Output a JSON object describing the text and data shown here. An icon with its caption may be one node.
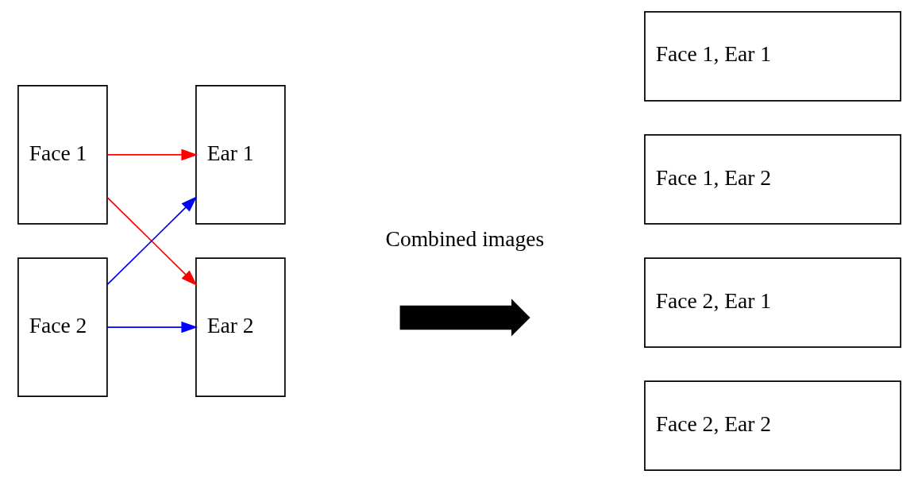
{
  "diagram": {
    "nodes": [
      {
        "text": [
          "Face 1"
        ]
      },
      {
        "text": [
          "Face 2"
        ]
      },
      {
        "text": [
          "Ear 1"
        ]
      },
      {
        "text": [
          "Ear 2"
        ]
      },
      {
        "text": [
          "Face 1, Ear 1"
        ]
      },
      {
        "text": [
          "Face 1, Ear 2"
        ]
      },
      {
        "text": [
          "Face 2, Ear 1"
        ]
      },
      {
        "text": [
          "Face 2, Ear 2"
        ]
      },
      {
        "text": [],
        "shape": "arrow"
      }
    ],
    "edges": [
      {
        "from": 0,
        "to": 2,
        "arrow": "to",
        "color": "#ff0000"
      },
      {
        "from": 0,
        "to": 3,
        "arrow": "to",
        "color": "#ff0000"
      },
      {
        "from": 1,
        "to": 2,
        "arrow": "to",
        "color": "#0000ff"
      },
      {
        "from": 1,
        "to": 3,
        "arrow": "to",
        "color": "#0000ff"
      }
    ],
    "labels": [
      "Combined images"
    ]
  }
}
